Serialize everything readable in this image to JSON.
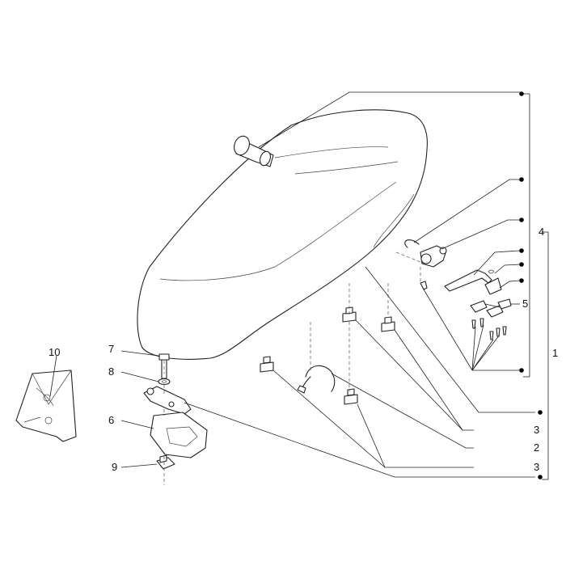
{
  "callouts": [
    {
      "key": "c1",
      "text": "1"
    },
    {
      "key": "c2",
      "text": "2"
    },
    {
      "key": "c3a",
      "text": "3"
    },
    {
      "key": "c3b",
      "text": "3"
    },
    {
      "key": "c4",
      "text": "4"
    },
    {
      "key": "c5",
      "text": "5"
    },
    {
      "key": "c6",
      "text": "6"
    },
    {
      "key": "c7",
      "text": "7"
    },
    {
      "key": "c8",
      "text": "8"
    },
    {
      "key": "c9",
      "text": "9"
    },
    {
      "key": "c10",
      "text": "10"
    }
  ],
  "colors": {
    "ink": "#222222",
    "background": "#ffffff"
  }
}
